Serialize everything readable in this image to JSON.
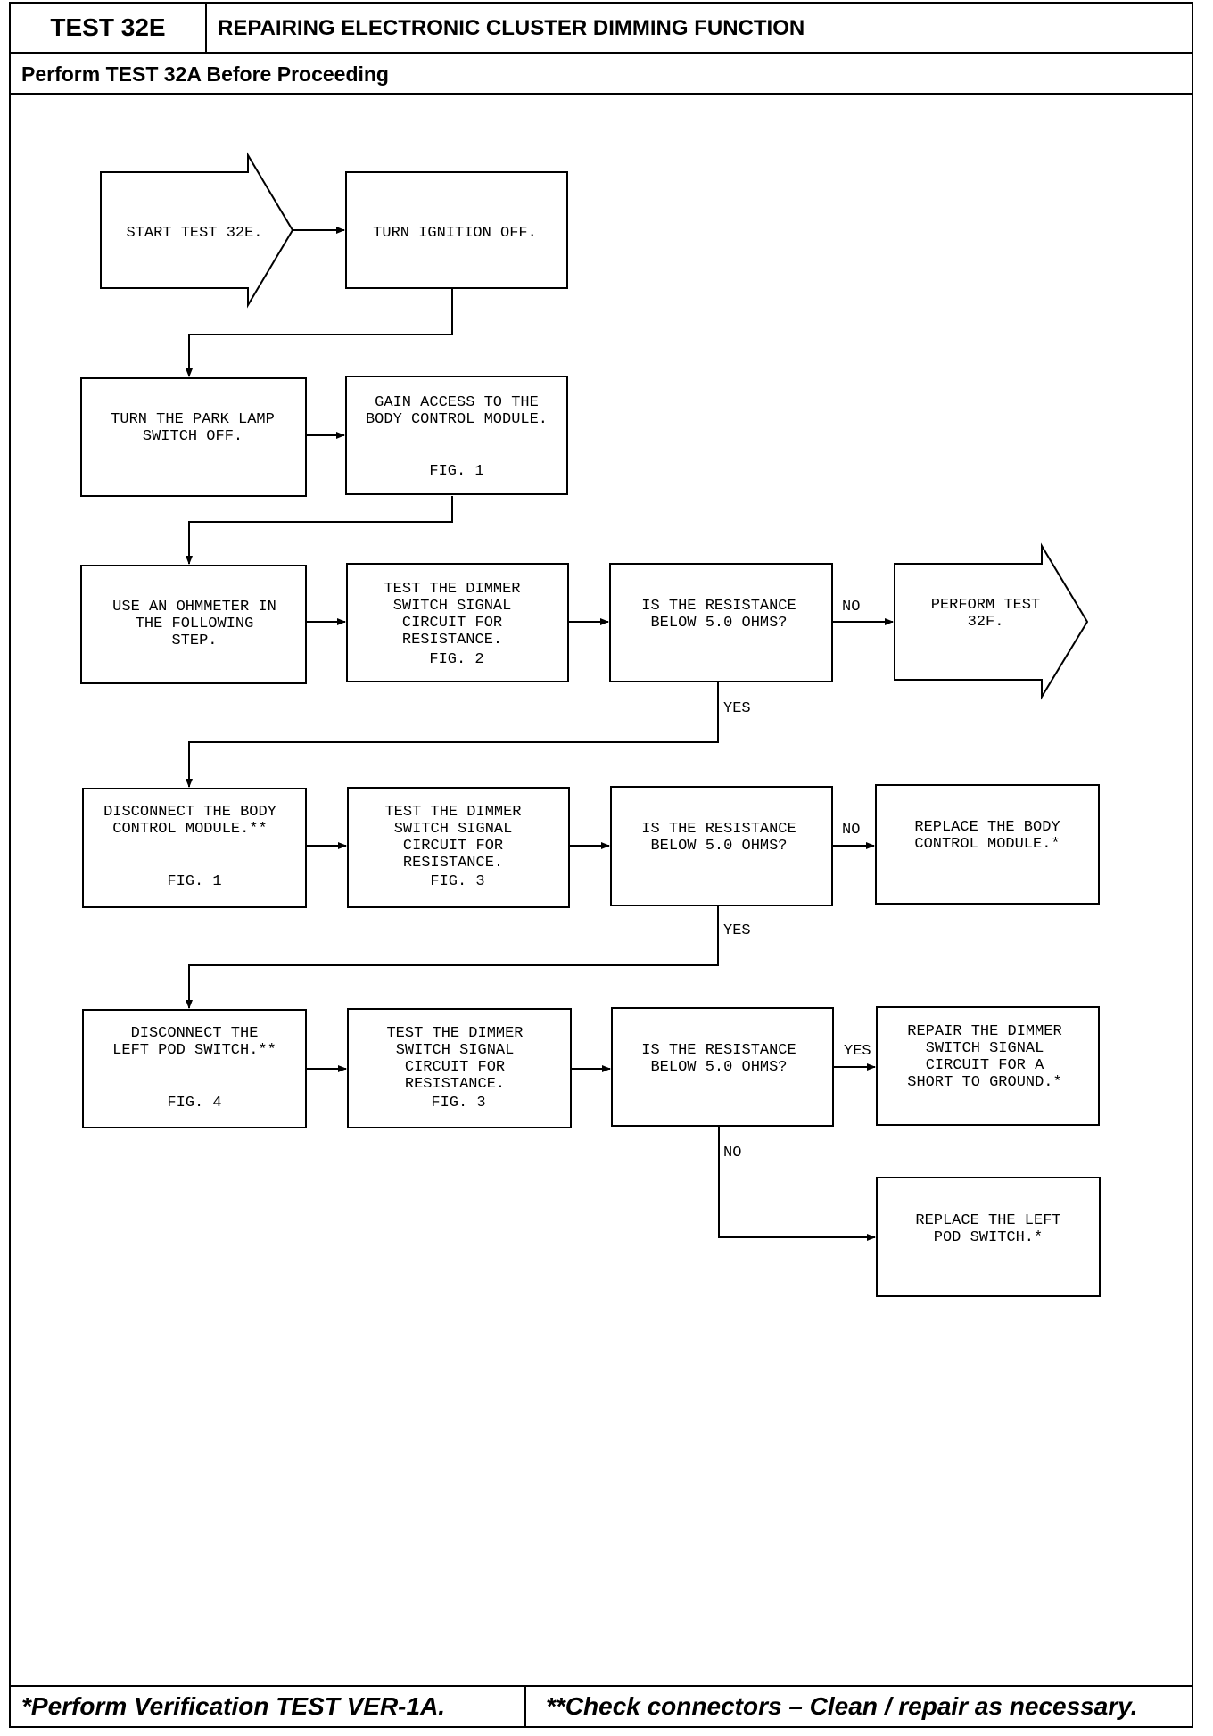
{
  "header": {
    "test_id": "TEST 32E",
    "title": "REPAIRING ELECTRONIC CLUSTER DIMMING FUNCTION",
    "prereq": "Perform TEST 32A Before Proceeding"
  },
  "footer": {
    "left": "*Perform Verification TEST VER-1A.",
    "right": "**Check connectors – Clean / repair as necessary."
  },
  "nodes": {
    "start": [
      "START TEST 32E."
    ],
    "ignition": [
      "TURN IGNITION OFF."
    ],
    "park": [
      "TURN THE PARK LAMP",
      "SWITCH OFF."
    ],
    "access": [
      "GAIN ACCESS TO THE",
      "BODY CONTROL MODULE."
    ],
    "access_fig": "FIG. 1",
    "ohm": [
      "USE AN OHMMETER IN",
      "THE FOLLOWING",
      "STEP."
    ],
    "test1": [
      "TEST THE DIMMER",
      "SWITCH SIGNAL",
      "CIRCUIT FOR",
      "RESISTANCE."
    ],
    "test1_fig": "FIG. 2",
    "q1": [
      "IS THE RESISTANCE",
      "BELOW 5.0 OHMS?"
    ],
    "perform32f": [
      "PERFORM TEST",
      "32F."
    ],
    "disc_bcm": [
      "DISCONNECT THE BODY",
      "CONTROL MODULE.**"
    ],
    "disc_bcm_fig": "FIG. 1",
    "test2": [
      "TEST THE DIMMER",
      "SWITCH SIGNAL",
      "CIRCUIT FOR",
      "RESISTANCE."
    ],
    "test2_fig": "FIG. 3",
    "q2": [
      "IS THE RESISTANCE",
      "BELOW 5.0 OHMS?"
    ],
    "replace_bcm": [
      "REPLACE THE BODY",
      "CONTROL MODULE.*"
    ],
    "disc_pod": [
      "DISCONNECT THE",
      "LEFT POD SWITCH.**"
    ],
    "disc_pod_fig": "FIG. 4",
    "test3": [
      "TEST THE DIMMER",
      "SWITCH SIGNAL",
      "CIRCUIT FOR",
      "RESISTANCE."
    ],
    "test3_fig": "FIG. 3",
    "q3": [
      "IS THE RESISTANCE",
      "BELOW 5.0 OHMS?"
    ],
    "repair": [
      "REPAIR THE DIMMER",
      "SWITCH SIGNAL",
      "CIRCUIT FOR A",
      "SHORT TO GROUND.*"
    ],
    "replace_pod": [
      "REPLACE THE LEFT",
      "POD SWITCH.*"
    ]
  },
  "edge_labels": {
    "q1_no": "NO",
    "q1_yes": "YES",
    "q2_no": "NO",
    "q2_yes": "YES",
    "q3_yes": "YES",
    "q3_no": "NO"
  }
}
